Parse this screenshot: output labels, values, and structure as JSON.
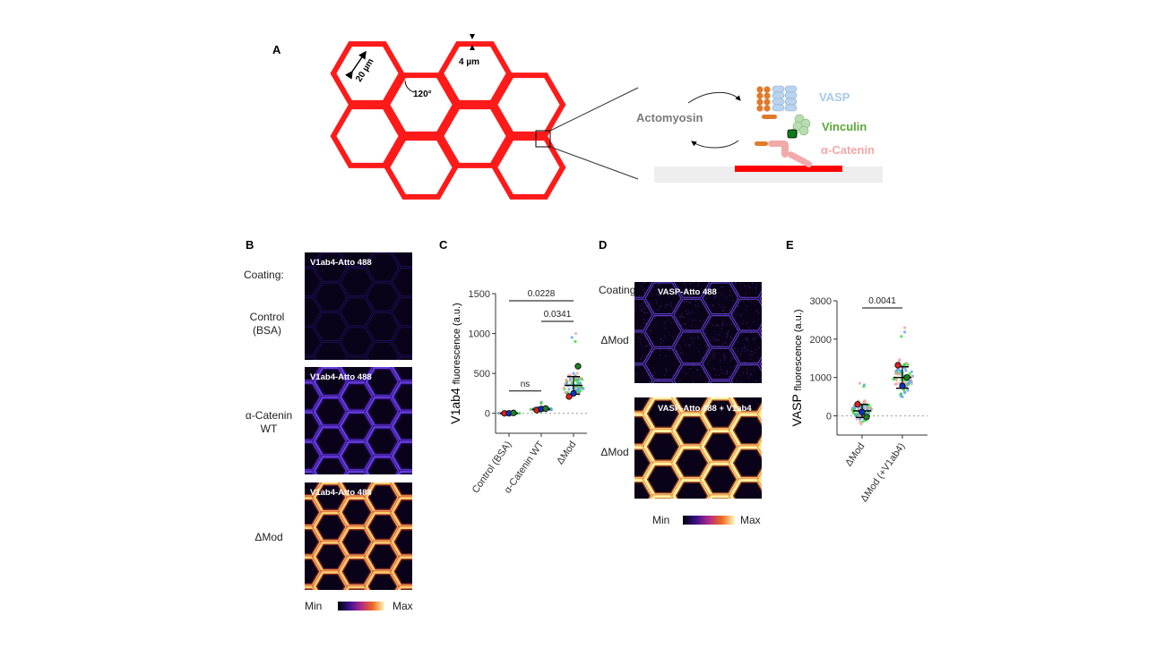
{
  "panels": {
    "a": {
      "label": "A",
      "dim_width": "20 µm",
      "dim_gap": "4 µm",
      "angle": "120°",
      "actomyosin": "Actomyosin",
      "legend": [
        {
          "name": "VASP",
          "color": "#a9c8ea"
        },
        {
          "name": "Vinculin",
          "color": "#5aa838"
        },
        {
          "name": "α-Catenin",
          "color": "#f3a7a7"
        }
      ],
      "pattern_color": "#ff1a1a"
    },
    "b": {
      "label": "B",
      "coating_label": "Coating:",
      "rows": [
        {
          "condition": "Control\n(BSA)",
          "line1": "Control",
          "line2": "(BSA)",
          "image_title": "V1ab4-Atto 488",
          "intensity": "low"
        },
        {
          "condition": "α-Catenin WT",
          "line1": "α-Catenin",
          "line2": "WT",
          "image_title": "V1ab4-Atto 488",
          "intensity": "medium"
        },
        {
          "condition": "ΔMod",
          "line1": "ΔMod",
          "line2": "",
          "image_title": "V1ab4-Atto 488",
          "intensity": "high"
        }
      ],
      "colorbar": {
        "min": "Min",
        "max": "Max"
      }
    },
    "c": {
      "label": "C"
    },
    "d": {
      "label": "D",
      "coating_label": "Coating:",
      "rows": [
        {
          "condition": "ΔMod",
          "image_title": "VASP-Atto 488",
          "intensity": "low-speckle"
        },
        {
          "condition": "ΔMod",
          "image_title": "VASP-Atto 488 + V1ab4",
          "intensity": "high"
        }
      ],
      "colorbar": {
        "min": "Min",
        "max": "Max"
      }
    },
    "e": {
      "label": "E"
    }
  },
  "chart_data": [
    {
      "type": "scatter",
      "panel": "C",
      "ylabel_main": "V1ab4",
      "ylabel_rest": "fluorescence (a.u.)",
      "categories": [
        "Control (BSA)",
        "α-Catenin WT",
        "ΔMod"
      ],
      "yticks": [
        0,
        500,
        1000,
        1500
      ],
      "yticklabels": [
        "0",
        "500",
        "1000",
        "1500"
      ],
      "ylim": [
        -250,
        1500
      ],
      "means": [
        0,
        50,
        350
      ],
      "sd": [
        5,
        15,
        110
      ],
      "max_points": [
        5,
        140,
        1000
      ],
      "replicate_means": [
        [
          0,
          0,
          5
        ],
        [
          40,
          55,
          60
        ],
        [
          210,
          250,
          590
        ]
      ],
      "replicate_colors": [
        "#e02020",
        "#1030c0",
        "#208020"
      ],
      "comparisons": [
        {
          "groups": [
            0,
            1
          ],
          "label": "ns"
        },
        {
          "groups": [
            1,
            2
          ],
          "label": "0.0341"
        },
        {
          "groups": [
            0,
            2
          ],
          "label": "0.0228"
        }
      ]
    },
    {
      "type": "scatter",
      "panel": "E",
      "ylabel_main": "VASP",
      "ylabel_rest": "fluorescence (a.u.)",
      "categories": [
        "ΔMod",
        "ΔMod (+V1ab4)"
      ],
      "yticks": [
        0,
        1000,
        2000,
        3000
      ],
      "yticklabels": [
        "0",
        "1000",
        "2000",
        "3000"
      ],
      "ylim": [
        -500,
        3000
      ],
      "means": [
        130,
        1000
      ],
      "sd": [
        170,
        280
      ],
      "max_points": [
        850,
        2300
      ],
      "replicate_means": [
        [
          300,
          100,
          -30
        ],
        [
          1320,
          780,
          1000
        ]
      ],
      "replicate_colors": [
        "#e02020",
        "#1030c0",
        "#208020"
      ],
      "comparisons": [
        {
          "groups": [
            0,
            1
          ],
          "label": "0.0041"
        }
      ]
    }
  ]
}
